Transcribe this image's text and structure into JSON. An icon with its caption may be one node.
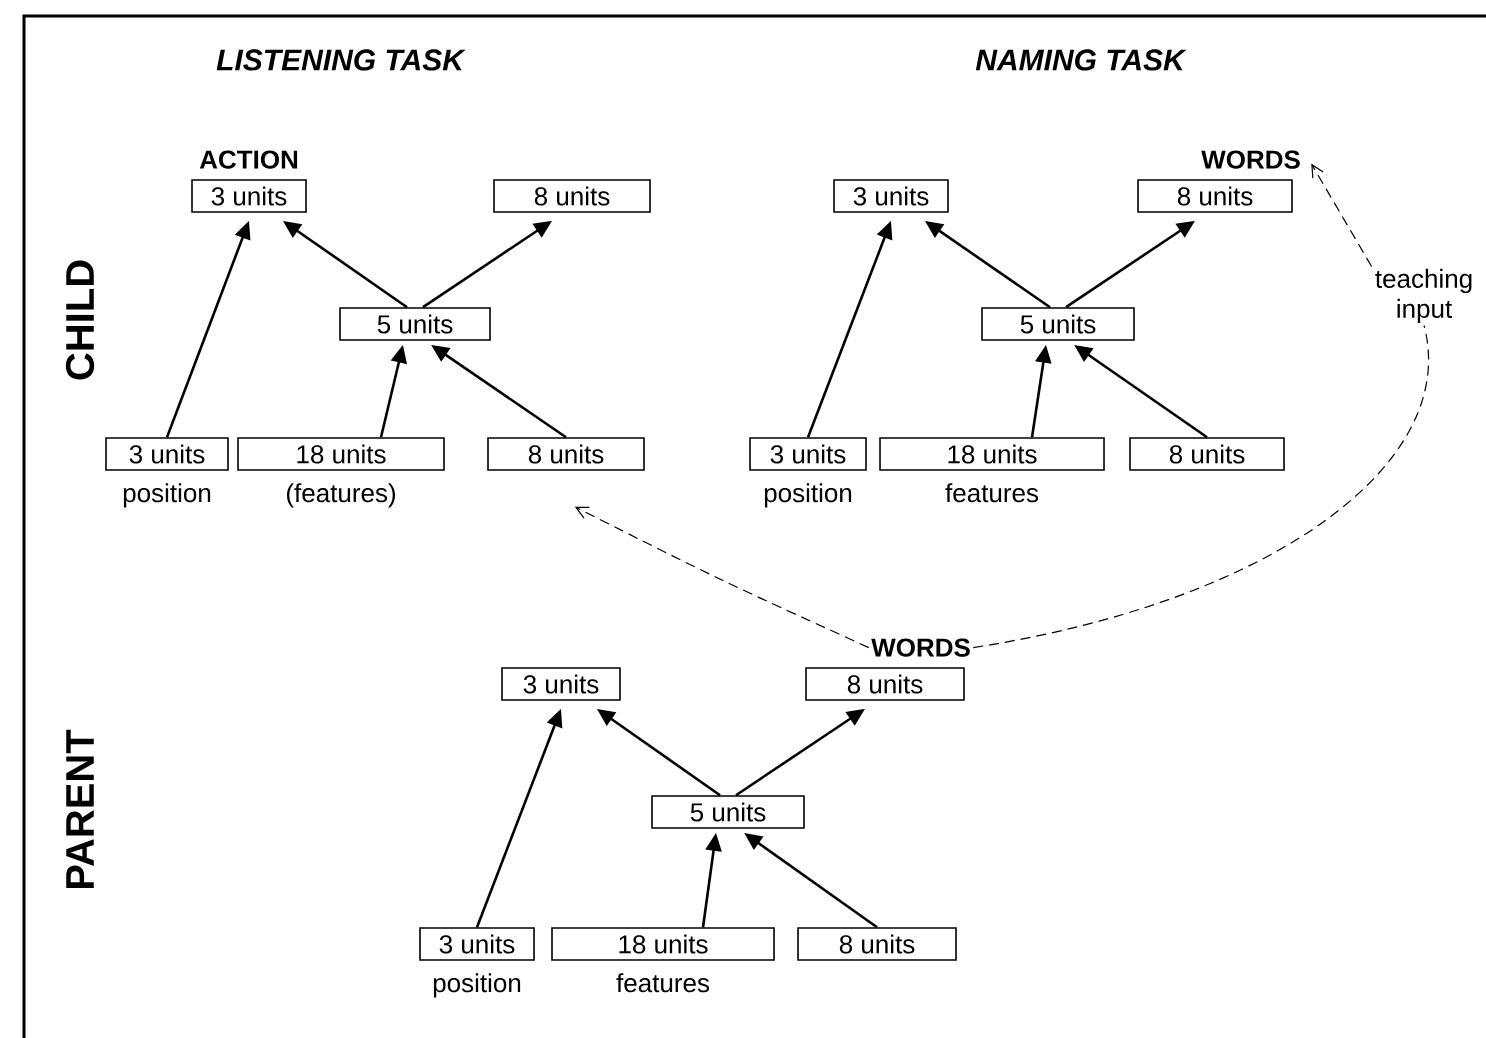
{
  "diagram": {
    "nodes": [
      {
        "text": [
          "ACTION",
          "3 units"
        ]
      },
      {
        "text": [
          "8 units"
        ]
      },
      {
        "text": [
          "5 units"
        ]
      },
      {
        "text": [
          "3 units"
        ],
        "beside": [
          "position"
        ]
      },
      {
        "text": [
          "18 units"
        ],
        "beside": [
          "(features)"
        ]
      },
      {
        "text": [
          "8 units"
        ]
      },
      {
        "text": [
          "3 units"
        ]
      },
      {
        "text": [
          "WORDS",
          "8 units"
        ]
      },
      {
        "text": [
          "5 units"
        ]
      },
      {
        "text": [
          "3 units"
        ],
        "beside": [
          "position"
        ]
      },
      {
        "text": [
          "18 units"
        ],
        "beside": [
          "features"
        ]
      },
      {
        "text": [
          "8 units"
        ]
      },
      {
        "text": [
          "3 units"
        ]
      },
      {
        "text": [
          "WORDS",
          "8 units"
        ]
      },
      {
        "text": [
          "5 units"
        ]
      },
      {
        "text": [
          "3 units"
        ],
        "beside": [
          "position"
        ]
      },
      {
        "text": [
          "18 units"
        ],
        "beside": [
          "features"
        ]
      },
      {
        "text": [
          "8 units"
        ]
      },
      {
        "text": [
          "teaching input"
        ]
      }
    ],
    "edges": [
      {
        "from": 2,
        "to": 0,
        "arrow": "to"
      },
      {
        "from": 2,
        "to": 1,
        "arrow": "to"
      },
      {
        "from": 3,
        "to": 0,
        "arrow": "to"
      },
      {
        "from": 4,
        "to": 2,
        "arrow": "to"
      },
      {
        "from": 5,
        "to": 2,
        "arrow": "to"
      },
      {
        "from": 8,
        "to": 6,
        "arrow": "to"
      },
      {
        "from": 8,
        "to": 7,
        "arrow": "to"
      },
      {
        "from": 9,
        "to": 6,
        "arrow": "to"
      },
      {
        "from": 10,
        "to": 8,
        "arrow": "to"
      },
      {
        "from": 11,
        "to": 8,
        "arrow": "to"
      },
      {
        "from": 14,
        "to": 12,
        "arrow": "to"
      },
      {
        "from": 14,
        "to": 13,
        "arrow": "to"
      },
      {
        "from": 15,
        "to": 12,
        "arrow": "to"
      },
      {
        "from": 16,
        "to": 14,
        "arrow": "to"
      },
      {
        "from": 17,
        "to": 14,
        "arrow": "to"
      },
      {
        "from": 13,
        "to": 5,
        "arrow": "to",
        "style": "dashed"
      },
      {
        "from": 13,
        "to": 18,
        "arrow": "none",
        "style": "dashed"
      },
      {
        "from": 18,
        "to": 7,
        "arrow": "to",
        "style": "dashed"
      }
    ],
    "labels": [
      "LISTENING TASK",
      "NAMING TASK",
      "CHILD",
      "PARENT"
    ]
  }
}
